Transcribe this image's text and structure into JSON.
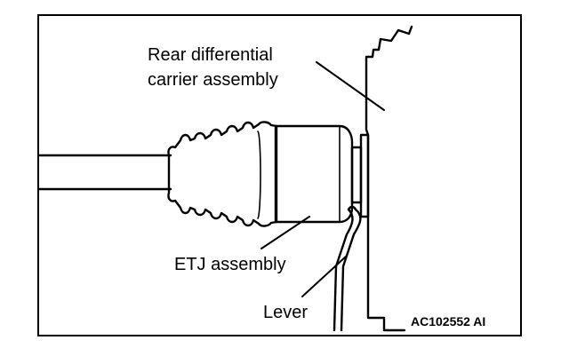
{
  "labels": {
    "carrier_line1": "Rear differential",
    "carrier_line2": "carrier assembly",
    "etj": "ETJ assembly",
    "lever": "Lever",
    "code": "AC102552 AI"
  }
}
